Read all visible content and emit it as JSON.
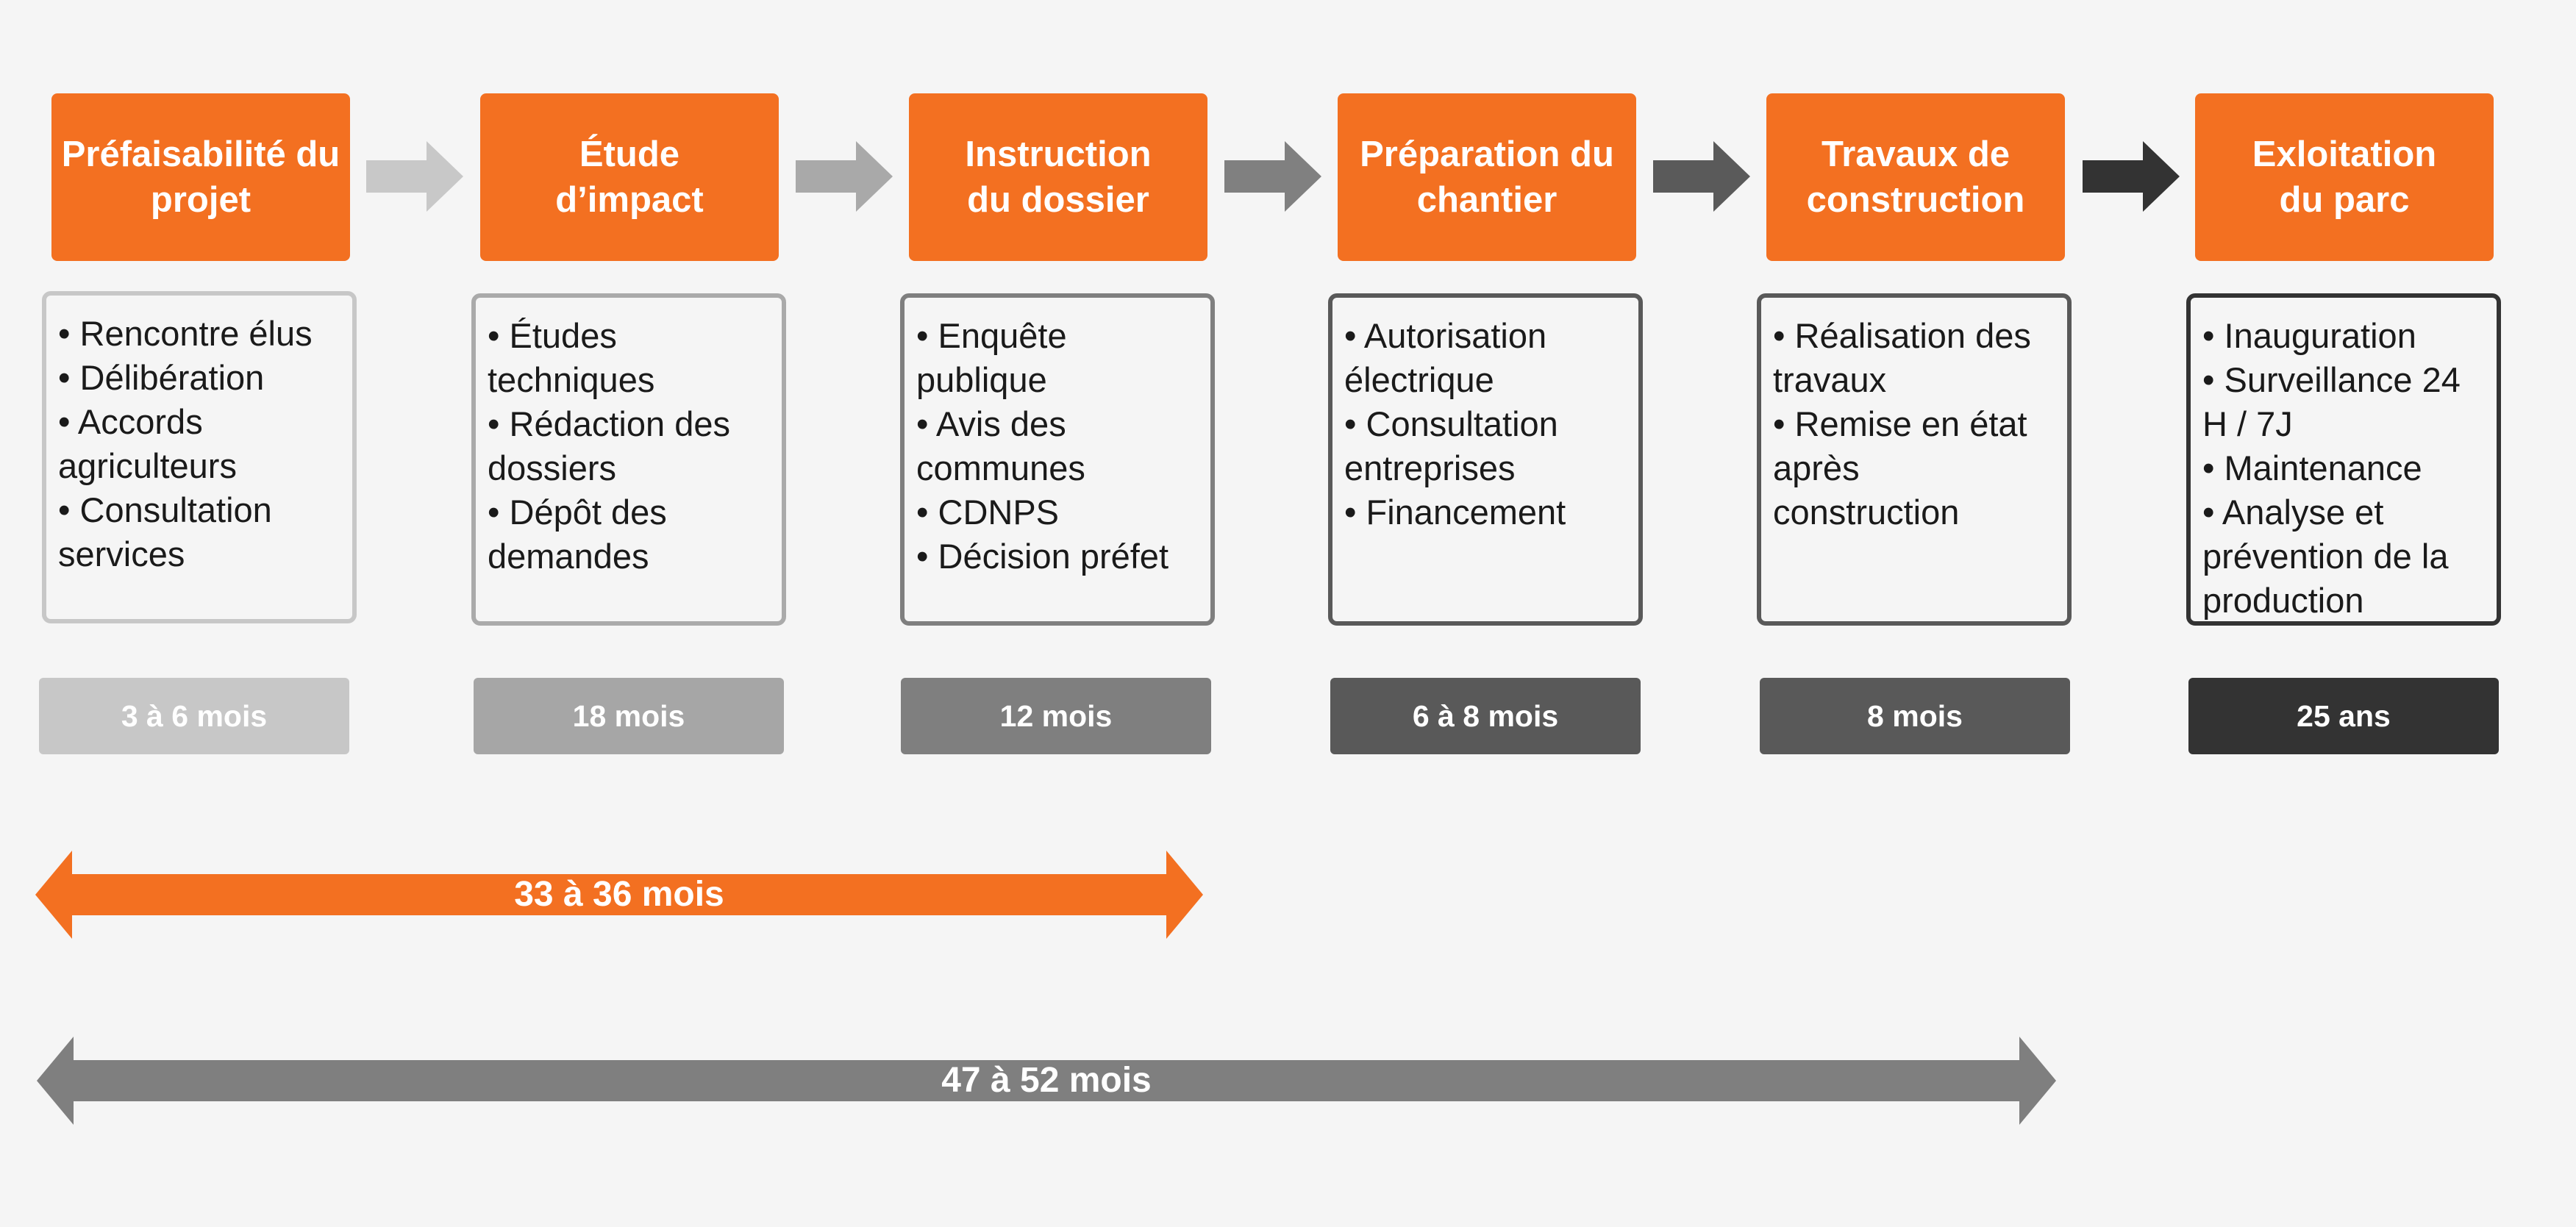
{
  "stages": [
    {
      "title": "Préfaisabilité du\nprojet",
      "tasks": [
        "• Rencontre élus",
        "• Délibération",
        "• Accords agriculteurs",
        "• Consultation services"
      ],
      "duration": "3 à 6 mois",
      "box_border": "#c7c7c7",
      "duration_bg": "#c7c7c7",
      "arrow_color": "#c8c8c8"
    },
    {
      "title": "Étude\nd’impact",
      "tasks": [
        "• Études techniques",
        "• Rédaction des dossiers",
        "• Dépôt des demandes"
      ],
      "duration": "18 mois",
      "box_border": "#aaaaaa",
      "duration_bg": "#a6a6a6",
      "arrow_color": "#a9a9a9"
    },
    {
      "title": "Instruction\ndu dossier",
      "tasks": [
        "• Enquête publique",
        "• Avis des communes",
        "• CDNPS",
        "• Décision préfet"
      ],
      "duration": "12 mois",
      "box_border": "#7f7f7f",
      "duration_bg": "#7f7f7f",
      "arrow_color": "#808080"
    },
    {
      "title": "Préparation du\nchantier",
      "tasks": [
        "• Autorisation électrique",
        "• Consultation entreprises",
        "• Financement"
      ],
      "duration": "6 à 8 mois",
      "box_border": "#595959",
      "duration_bg": "#595959",
      "arrow_color": "#5a5a5a"
    },
    {
      "title": "Travaux de\nconstruction",
      "tasks": [
        "• Réalisation des travaux",
        "• Remise en état après construction"
      ],
      "duration": "8 mois",
      "box_border": "#595959",
      "duration_bg": "#595959",
      "arrow_color": "#333333"
    },
    {
      "title": "Exloitation\ndu parc",
      "tasks": [
        "• Inauguration",
        "• Surveillance 24 H / 7J",
        "• Maintenance",
        "• Analyse et prévention de la production"
      ],
      "duration": "25 ans",
      "box_border": "#333333",
      "duration_bg": "#333333",
      "arrow_color": null
    }
  ],
  "spans": [
    {
      "label": "33 à 36 mois",
      "color": "#f37021"
    },
    {
      "label": "47 à 52 mois",
      "color": "#7f7f7f"
    }
  ]
}
